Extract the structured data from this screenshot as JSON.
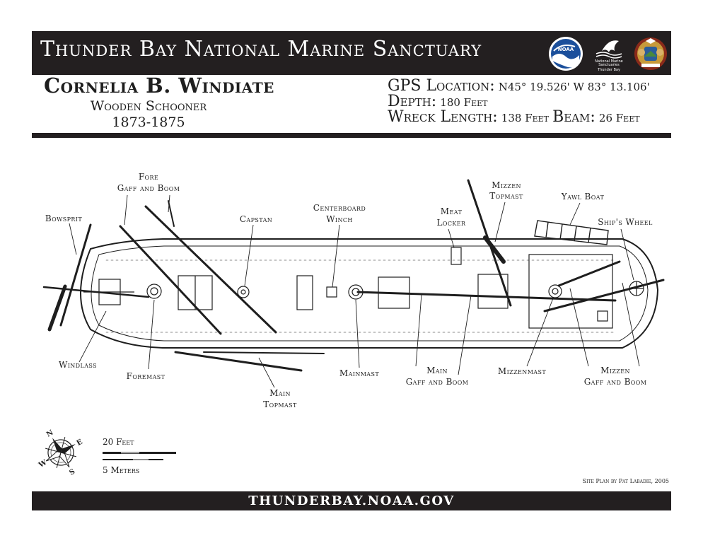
{
  "header": {
    "title": "Thunder Bay National Marine Sanctuary",
    "logos": [
      {
        "name": "noaa-logo",
        "text": "NOAA"
      },
      {
        "name": "nms-logo",
        "text_line1": "National Marine",
        "text_line2": "Sanctuaries",
        "text_line3": "Thunder Bay"
      },
      {
        "name": "state-seal-logo"
      }
    ]
  },
  "ship": {
    "name": "Cornelia B. Windiate",
    "type": "Wooden Schooner",
    "years": "1873-1875"
  },
  "info": {
    "gps_label": "GPS Location:",
    "gps_value": "N45° 19.526' W 83° 13.106'",
    "depth_label": "Depth:",
    "depth_value": "180 Feet",
    "length_label": "Wreck Length:",
    "length_value": "138 Feet",
    "beam_label": "Beam:",
    "beam_value": "26 Feet"
  },
  "site_plan": {
    "labels": {
      "fore_gaff_1": "Fore",
      "fore_gaff_2": "Gaff and Boom",
      "bowsprit": "Bowsprit",
      "capstan": "Capstan",
      "centerboard_1": "Centerboard",
      "centerboard_2": "Winch",
      "meat_locker_1": "Meat",
      "meat_locker_2": "Locker",
      "mizzen_topmast_1": "Mizzen",
      "mizzen_topmast_2": "Topmast",
      "yawl_boat": "Yawl Boat",
      "ships_wheel": "Ship's Wheel",
      "windlass": "Windlass",
      "foremast": "Foremast",
      "main_topmast_1": "Main",
      "main_topmast_2": "Topmast",
      "mainmast": "Mainmast",
      "main_gaff_1": "Main",
      "main_gaff_2": "Gaff and Boom",
      "mizzenmast": "Mizzenmast",
      "mizzen_gaff_1": "Mizzen",
      "mizzen_gaff_2": "Gaff and Boom"
    }
  },
  "compass": {
    "n": "N",
    "e": "E",
    "s": "S",
    "w": "W"
  },
  "scale": {
    "feet": "20 Feet",
    "meters": "5 Meters"
  },
  "credit": "Site Plan by Pat Labadie, 2005",
  "footer": {
    "url": "THUNDERBAY.NOAA.GOV"
  },
  "colors": {
    "bar": "#231f20",
    "ink": "#1e1e1e",
    "noaa_blue": "#1b4f9b"
  }
}
